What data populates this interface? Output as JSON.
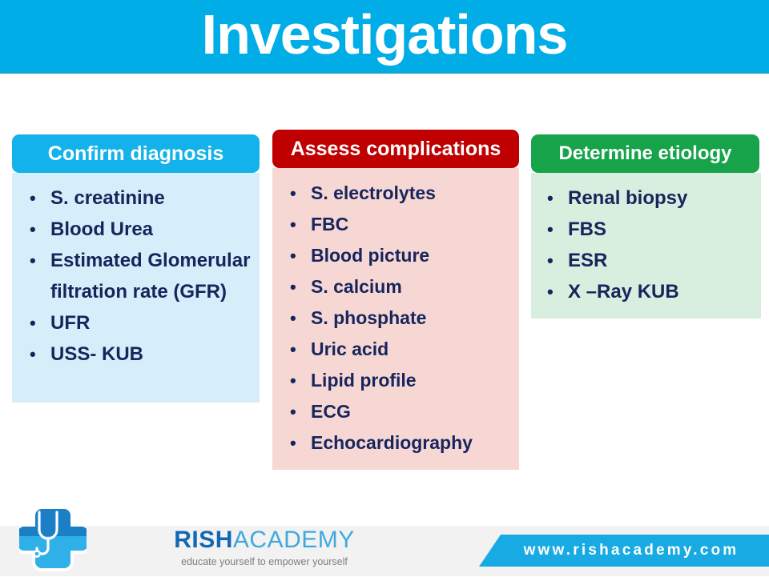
{
  "slide": {
    "title": "Investigations",
    "title_bg": "#00ade7",
    "title_color": "#ffffff"
  },
  "columns": [
    {
      "id": "confirm",
      "header": "Confirm diagnosis",
      "header_color": "#14b2ea",
      "body_color": "#d6edfa",
      "text_color": "#16265c",
      "items": [
        "S. creatinine",
        "Blood Urea",
        "Estimated Glomerular filtration rate (GFR)",
        "UFR",
        "USS- KUB"
      ]
    },
    {
      "id": "assess",
      "header": "Assess complications",
      "header_color": "#c00000",
      "body_color": "#f7d7d4",
      "text_color": "#16265c",
      "items": [
        "S. electrolytes",
        "FBC",
        "Blood picture",
        "S. calcium",
        "S. phosphate",
        "Uric acid",
        "Lipid profile",
        "ECG",
        "Echocardiography"
      ]
    },
    {
      "id": "etiology",
      "header": "Determine etiology",
      "header_color": "#16a34a",
      "body_color": "#d8eede",
      "text_color": "#16265c",
      "items": [
        "Renal biopsy",
        "FBS",
        "ESR",
        "X –Ray KUB"
      ]
    }
  ],
  "footer": {
    "brand_part1": "RISH",
    "brand_part2": "ACADEMY",
    "tagline": "educate yourself to empower yourself",
    "url": "www.rishacademy.com",
    "url_banner_color": "#18abe3",
    "band_color": "#f2f2f2",
    "logo_icon": "medical-cross-stethoscope-icon"
  }
}
